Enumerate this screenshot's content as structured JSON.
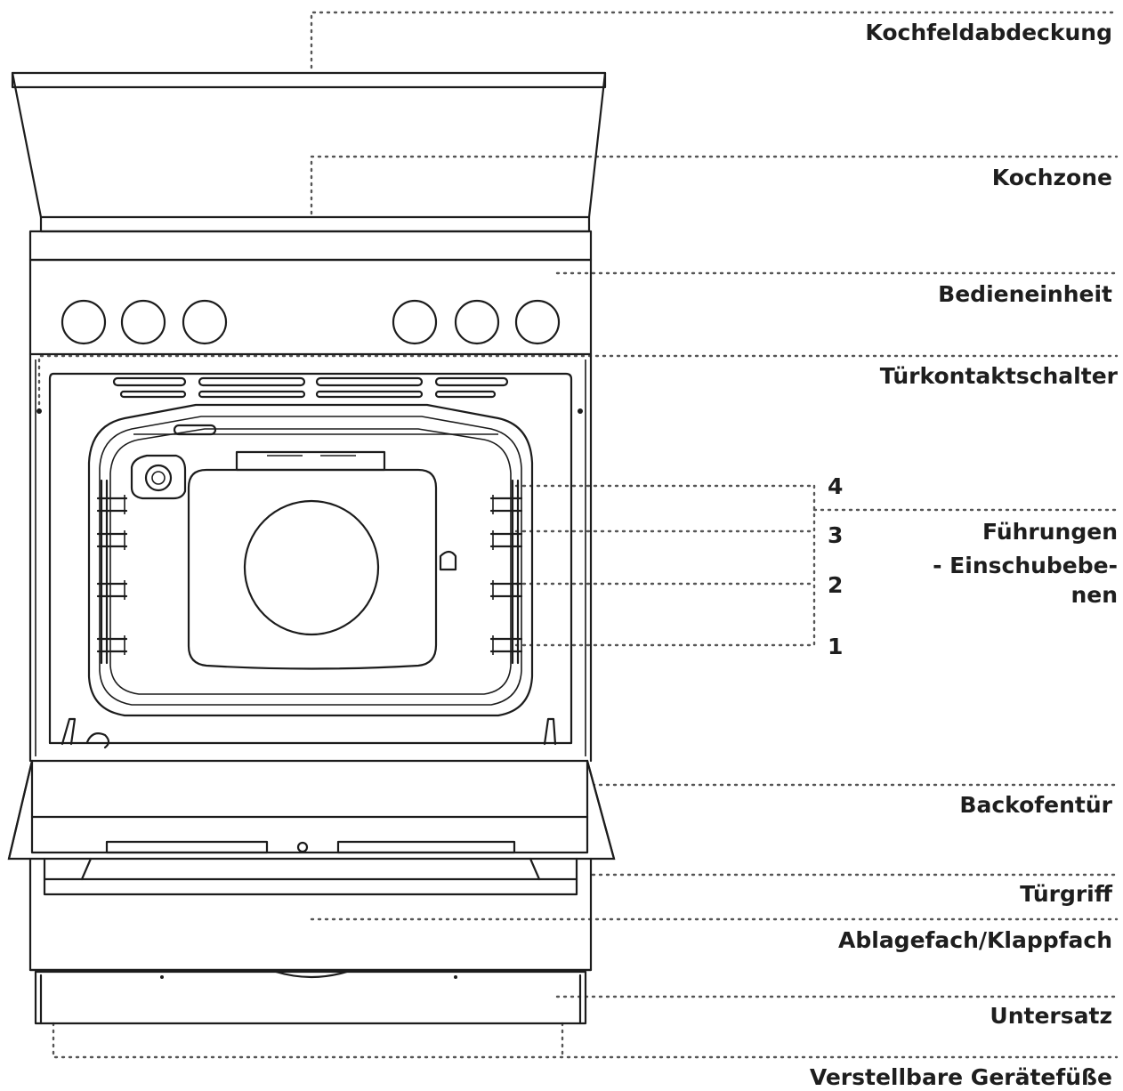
{
  "labels": {
    "hob_cover": "Kochfeldabdeckung",
    "cooking_zone": "Kochzone",
    "control_panel": "Bedieneinheit",
    "door_switch": "Türkontaktschalter",
    "shelf_4": "4",
    "shelf_3": "3",
    "shelf_2": "2",
    "shelf_1": "1",
    "guides_line1": "Führungen",
    "guides_line2": "- Einschubebe-",
    "guides_line3": "nen",
    "oven_door": "Backofentür",
    "door_handle": "Türgriff",
    "storage_drawer": "Ablagefach/Klappfach",
    "base": "Untersatz",
    "adjustable_feet": "Verstellbare Gerätefüße"
  },
  "colors": {
    "line": "#1c1c1c",
    "leader": "#555555",
    "background": "#ffffff"
  }
}
